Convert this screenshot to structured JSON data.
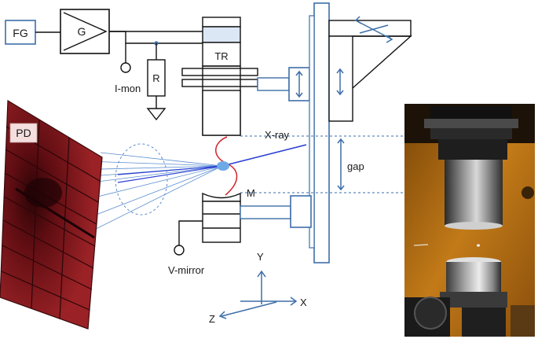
{
  "labels": {
    "fg": "FG",
    "g": "G",
    "tr": "TR",
    "r": "R",
    "imon": "I-mon",
    "pd": "PD",
    "xray": "X-ray",
    "gap": "gap",
    "m": "M",
    "vmirror": "V-mirror",
    "axis_y": "Y",
    "axis_x": "X",
    "axis_z": "Z"
  },
  "colors": {
    "frame_blue": "#3d6ea8",
    "wire_black": "#111111",
    "detector_red": "#8a1a1e",
    "droplet_blue": "#6fa8e6",
    "levitation_wave_red": "#d21f2a",
    "beam_blue": "#2b3fd6",
    "photo_background_amber": "#b06a12"
  }
}
